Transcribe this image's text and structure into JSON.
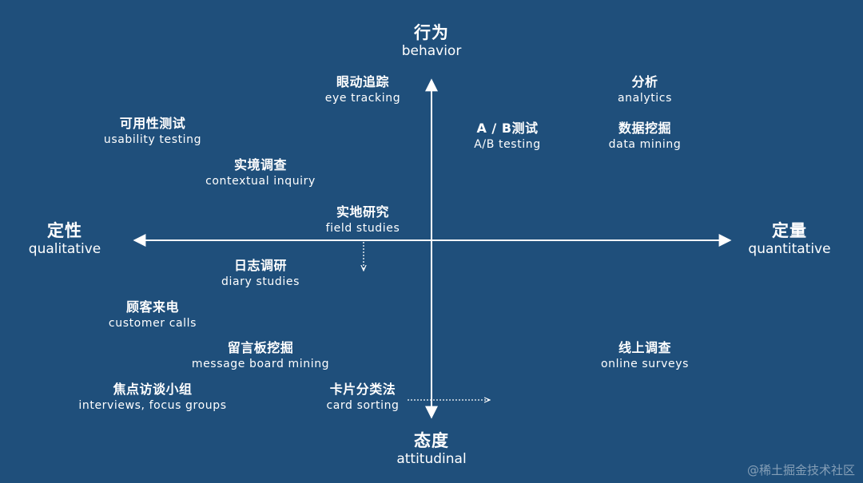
{
  "axes": {
    "top": {
      "zh": "行为",
      "en": "behavior"
    },
    "bottom": {
      "zh": "态度",
      "en": "attitudinal"
    },
    "left": {
      "zh": "定性",
      "en": "qualitative"
    },
    "right": {
      "zh": "定量",
      "en": "quantitative"
    }
  },
  "methods": {
    "eye_tracking": {
      "zh": "眼动追踪",
      "en": "eye tracking"
    },
    "analytics": {
      "zh": "分析",
      "en": "analytics"
    },
    "usability_testing": {
      "zh": "可用性测试",
      "en": "usability testing"
    },
    "ab_testing": {
      "zh": "A / B测试",
      "en": "A/B testing"
    },
    "data_mining": {
      "zh": "数据挖掘",
      "en": "data mining"
    },
    "contextual_inquiry": {
      "zh": "实境调查",
      "en": "contextual inquiry"
    },
    "field_studies": {
      "zh": "实地研究",
      "en": "field studies"
    },
    "diary_studies": {
      "zh": "日志调研",
      "en": "diary studies"
    },
    "customer_calls": {
      "zh": "顾客来电",
      "en": "customer calls"
    },
    "message_board_mining": {
      "zh": "留言板挖掘",
      "en": "message board mining"
    },
    "online_surveys": {
      "zh": "线上调查",
      "en": "online surveys"
    },
    "interviews_focus_groups": {
      "zh": "焦点访谈小组",
      "en": "interviews, focus groups"
    },
    "card_sorting": {
      "zh": "卡片分类法",
      "en": "card sorting"
    }
  },
  "watermark": "@稀土掘金技术社区",
  "colors": {
    "background": "#1f4f7b",
    "text": "#ffffff",
    "axis": "#ffffff"
  }
}
